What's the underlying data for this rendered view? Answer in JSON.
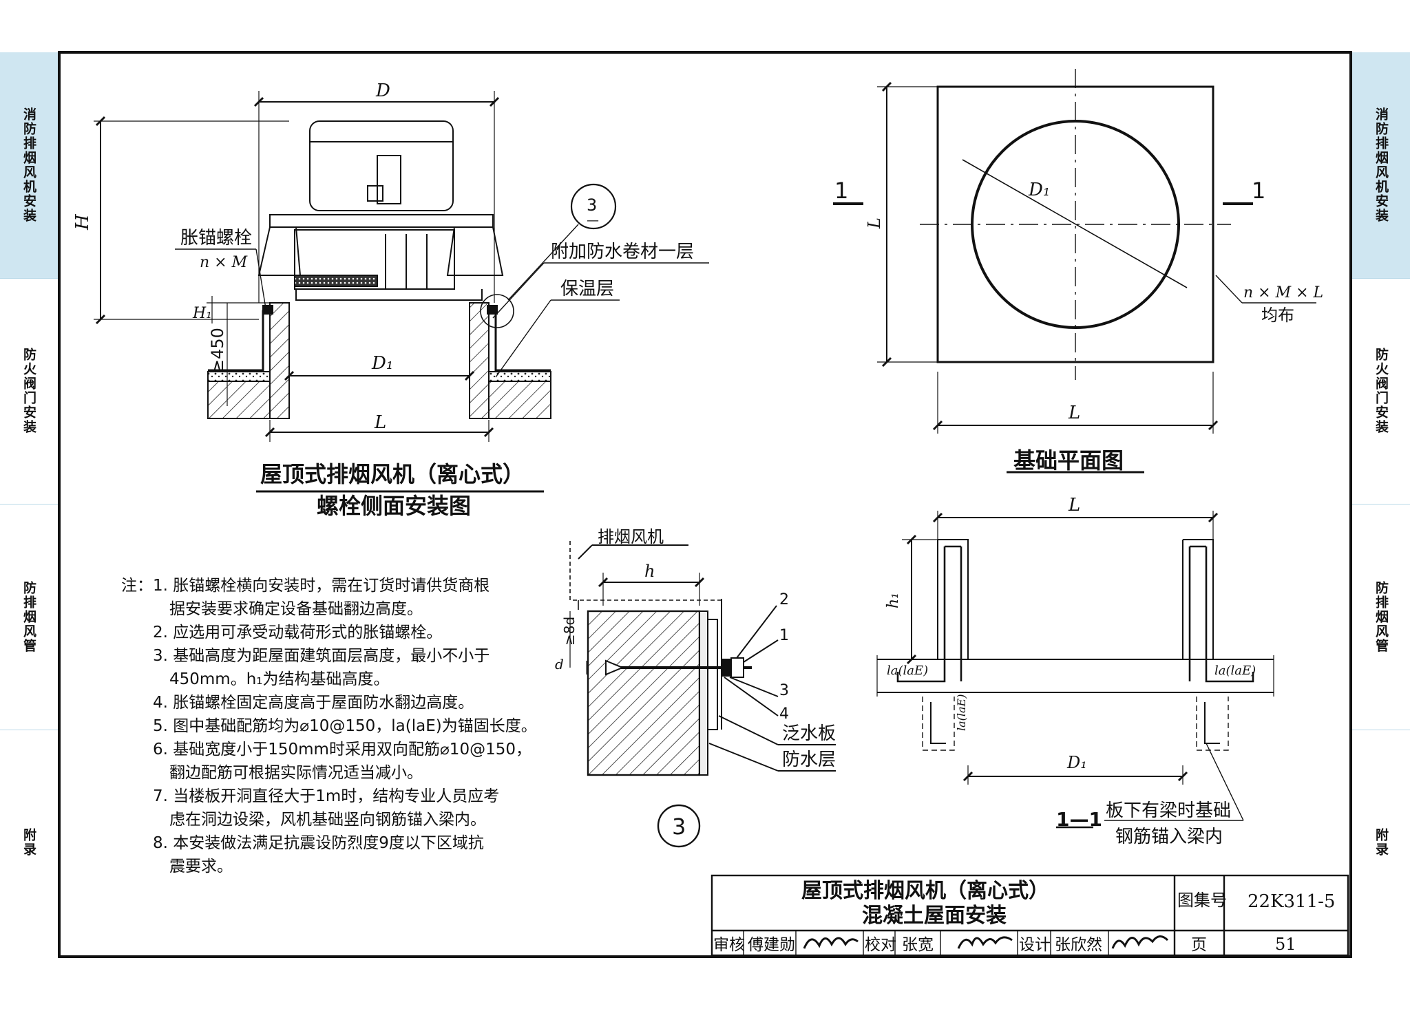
{
  "tabs": {
    "left": [
      "消防排烟风机安装",
      "防火阀门安装",
      "防排烟风管",
      "附录"
    ],
    "right": [
      "消防排烟风机安装",
      "防火阀门安装",
      "防排烟风管",
      "附录"
    ],
    "active_index": 0
  },
  "side_view": {
    "dim_D": "D",
    "dim_H": "H",
    "dim_H1": "H₁",
    "dim_450": "≥450",
    "dim_D1": "D₁",
    "dim_L": "L",
    "label_bolt": "胀锚螺栓",
    "label_bolt_spec": "n × M",
    "label_membrane": "附加防水卷材一层",
    "label_insulation": "保温层",
    "detail_ref_top": "3",
    "detail_ref_bottom": "—",
    "title_line1": "屋顶式排烟风机（离心式）",
    "title_line2": "螺栓侧面安装图"
  },
  "plan_view": {
    "section_left": "1",
    "section_right": "1",
    "dim_L_vertical": "L",
    "dim_L_horizontal": "L",
    "dim_D1": "D₁",
    "bolt_spec": "n × M × L",
    "bolt_note": "均布",
    "title": "基础平面图"
  },
  "notes": {
    "prefix": "注：",
    "items": [
      "1. 胀锚螺栓横向安装时，需在订货时请供货商根",
      "据安装要求确定设备基础翻边高度。",
      "2. 应选用可承受动载荷形式的胀锚螺栓。",
      "3. 基础高度为距屋面建筑面层高度，最小不小于",
      "450mm。h₁为结构基础高度。",
      "4. 胀锚螺栓固定高度高于屋面防水翻边高度。",
      "5. 图中基础配筋均为⌀10@150，la(laE)为锚固长度。",
      "6. 基础宽度小于150mm时采用双向配筋⌀10@150，",
      "翻边配筋可根据实际情况适当减小。",
      "7. 当楼板开洞直径大于1m时，结构专业人员应考",
      "虑在洞边设梁，风机基础竖向钢筋锚入梁内。",
      "8. 本安装做法满足抗震设防烈度9度以下区域抗",
      "震要求。"
    ]
  },
  "detail3": {
    "label_fan": "排烟风机",
    "dim_h": "h",
    "dim_8d": "≥8d",
    "dim_d": "d",
    "callouts": [
      "2",
      "1",
      "3",
      "4"
    ],
    "label_flashing": "泛水板",
    "label_waterproof": "防水层",
    "circle_label": "3"
  },
  "section_view": {
    "dim_L": "L",
    "dim_h1": "h₁",
    "la_left": "la(laE)",
    "la_right": "la(laE)",
    "la_down": "la(laE)",
    "dim_D1": "D₁",
    "section_mark": "1—1",
    "note_line1": "板下有梁时基础",
    "note_line2": "钢筋锚入梁内"
  },
  "title_block": {
    "title_line1": "屋顶式排烟风机（离心式）",
    "title_line2": "混凝土屋面安装",
    "atlas_label": "图集号",
    "atlas_no": "22K311-5",
    "review_label": "审核",
    "reviewer": "傅建勋",
    "check_label": "校对",
    "checker": "张宽",
    "design_label": "设计",
    "designer": "张欣然",
    "page_label": "页",
    "page_no": "51"
  }
}
